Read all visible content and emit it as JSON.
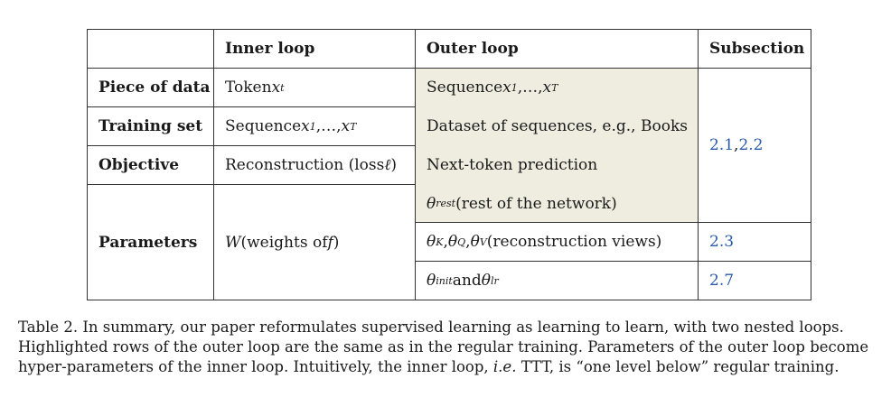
{
  "table": {
    "headers": [
      "Inner loop",
      "Outer loop",
      "Subsection"
    ],
    "row_labels": {
      "piece": "Piece of data",
      "training": "Training set",
      "objective": "Objective",
      "parameters": "Parameters"
    },
    "inner": {
      "piece_text": "Token ",
      "piece_var": "x",
      "piece_sub": "t",
      "training_text": "Sequence ",
      "training_expr": "x",
      "training_sub1": "1",
      "training_mid": ",…,",
      "training_expr2": "x",
      "training_sub2": "T",
      "objective_text": "Reconstruction (loss ",
      "objective_var": "ℓ",
      "objective_close": ")",
      "params_var": "W",
      "params_text": " (weights of ",
      "params_var2": "f",
      "params_close": ")"
    },
    "outer": {
      "piece_text": "Sequence ",
      "piece_var1": "x",
      "piece_sub1": "1",
      "piece_mid": ",…,",
      "piece_var2": "x",
      "piece_sub2": "T",
      "training_text": "Dataset of sequences, e.g., Books",
      "objective_text": "Next-token prediction",
      "rest_var": "θ",
      "rest_sub": "rest",
      "rest_text": " (rest of the network)",
      "kqv_v1": "θ",
      "kqv_s1": "K",
      "kqv_v2": "θ",
      "kqv_s2": "Q",
      "kqv_v3": "θ",
      "kqv_s3": "V",
      "kqv_comma": ",",
      "kqv_text": " (reconstruction views)",
      "init_var": "θ",
      "init_sub": "init",
      "init_and": " and ",
      "lr_var": "θ",
      "lr_sub": "lr"
    },
    "subsections": {
      "first": "2.1",
      "sep": ", ",
      "second": "2.2",
      "views": "2.3",
      "init": "2.7"
    }
  },
  "caption": {
    "line1": "Table 2. In summary, our paper reformulates supervised learning as learning to learn, with two nested loops.",
    "line2": "Highlighted rows of the outer loop are the same as in the regular training. Parameters of the outer loop become",
    "line3_a": "hyper-parameters of the inner loop. Intuitively, the inner loop, ",
    "line3_ie": "i.e.",
    "line3_b": " TTT, is “one level below” regular training."
  }
}
